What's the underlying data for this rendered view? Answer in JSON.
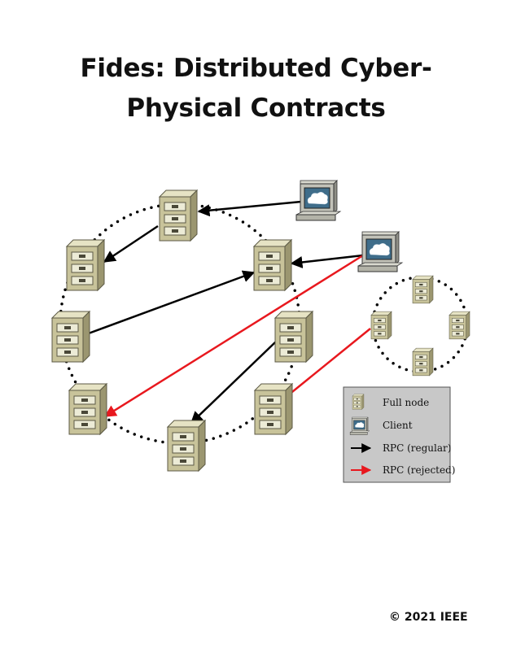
{
  "title_line1": "Fides: Distributed Cyber-",
  "title_line2": "Physical Contracts",
  "copyright": "© 2021 IEEE",
  "legend": {
    "full_node": "Full node",
    "client": "Client",
    "rpc_regular": "RPC (regular)",
    "rpc_rejected": "RPC (rejected)"
  },
  "colors": {
    "regular_arrow": "#000000",
    "rejected_arrow": "#e8181e",
    "server_body": "#c8c39a",
    "legend_bg": "#c8c8c8",
    "monitor_screen": "#3f6d8a"
  },
  "icons": {
    "full_node": "server-cabinet-icon",
    "client": "desktop-computer-icon"
  }
}
